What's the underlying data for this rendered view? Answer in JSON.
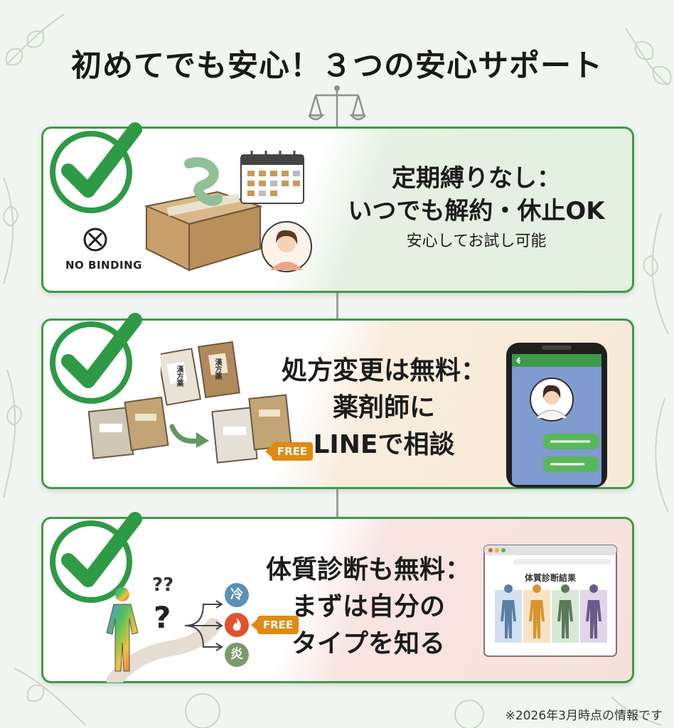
{
  "title": "初めてでも安心！３つの安心サポート",
  "cards": [
    {
      "heading_line1": "定期縛りなし：",
      "heading_line2": "いつでも解約・休止OK",
      "sub": "安心してお試し可能",
      "badge": "NO BINDING"
    },
    {
      "heading_lines": [
        "処方変更は無料：",
        "薬剤師に",
        "LINEで相談"
      ],
      "badge": "FREE",
      "packet_labels": [
        "漢方薬",
        "漢方薬"
      ]
    },
    {
      "heading_lines": [
        "体質診断も無料：",
        "まずは自分の",
        "タイプを知る"
      ],
      "badge": "FREE",
      "types": [
        "冷",
        "炎"
      ],
      "question_marks": [
        "??",
        "?"
      ],
      "browser_title": "体質診断結果"
    }
  ],
  "footnote": "※2026年3月時点の情報です",
  "colors": {
    "accent_green": "#3f9a4a",
    "check_green": "#2e9a46",
    "badge_orange": "#e08a12",
    "bg": "#f1f5f0"
  },
  "icons": [
    "check-icon",
    "scale-icon",
    "calendar-icon",
    "box-icon",
    "person-avatar",
    "no-binding-icon",
    "phone-icon",
    "pharmacist-avatar",
    "medicine-packet",
    "arrow-icon",
    "body-figure",
    "fire-icon",
    "browser-window"
  ]
}
